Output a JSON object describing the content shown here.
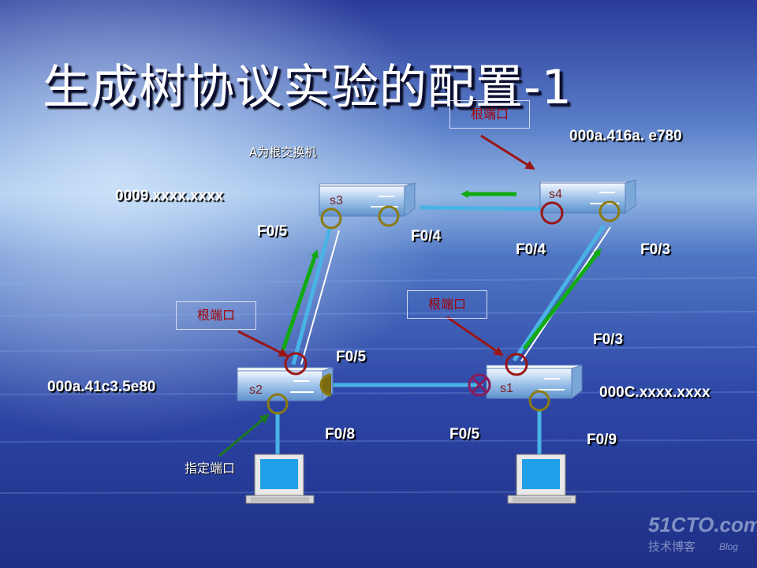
{
  "title": "生成树协议实验的配置-1",
  "root_note": "A为根交换机",
  "callouts": {
    "s4_root_port": "根端口",
    "s2_root_port": "根端口",
    "s1_root_port": "根端口",
    "s2_designated_port": "指定端口"
  },
  "switches": {
    "s3": {
      "name": "s3",
      "mac": "0009.xxxx.xxxx"
    },
    "s4": {
      "name": "s4",
      "mac": "000a.416a. e780"
    },
    "s2": {
      "name": "s2",
      "mac": "000a.41c3.5e80"
    },
    "s1": {
      "name": "s1",
      "mac": "000C.xxxx.xxxx"
    }
  },
  "ports": {
    "s3_f05": "F0/5",
    "s3_f04": "F0/4",
    "s4_f04": "F0/4",
    "s4_f03": "F0/3",
    "s1_f03": "F0/3",
    "s2_f05": "F0/5",
    "s2_f08": "F0/8",
    "s1_f05": "F0/5",
    "s1_f09": "F0/9"
  },
  "colors": {
    "root_port_ring": "#9a1515",
    "designated_port_ring": "#8a7a10",
    "bpdu_arrow": "#11aa11",
    "link": "#49b3e6"
  },
  "watermark": {
    "brand": "51CTO.com",
    "sub": "技术博客",
    "blog": "Blog"
  }
}
